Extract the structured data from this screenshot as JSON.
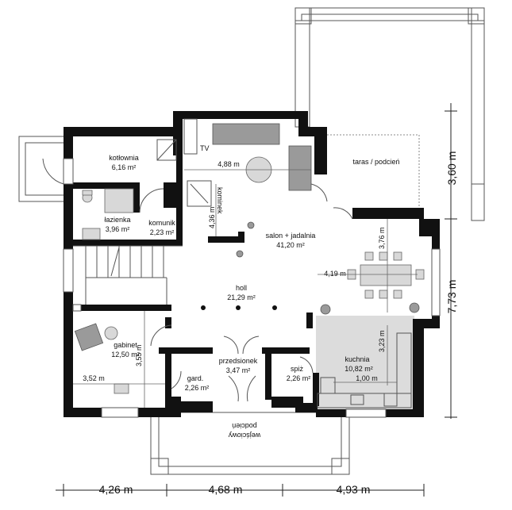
{
  "rooms": {
    "kotlownia": {
      "name": "kotłownia",
      "area": "6,16 m²"
    },
    "lazienka": {
      "name": "łazienka",
      "area": "3,96 m²"
    },
    "komunik": {
      "name": "komunik",
      "area": "2,23 m²"
    },
    "salon": {
      "name": "salon + jadalnia",
      "area": "41,20  m²"
    },
    "holl": {
      "name": "holl",
      "area": "21,29 m²"
    },
    "gabinet": {
      "name": "gabinet",
      "area": "12,50 m²"
    },
    "przedsionek": {
      "name": "przedsionek",
      "area": "3,47 m²"
    },
    "gard": {
      "name": "gard.",
      "area": "2,26 m²"
    },
    "spiz": {
      "name": "spiż",
      "area": "2,26 m²"
    },
    "kuchnia": {
      "name": "kuchnia",
      "area": "10,82 m²"
    },
    "taras": {
      "name": "taras / podcień"
    },
    "podcien": {
      "line1": "podcień",
      "line2": "wejściowy"
    }
  },
  "labels": {
    "tv": "TV",
    "kominek": "kominek"
  },
  "dimensions": {
    "salon_width": "4,88 m",
    "kominek_depth": "4,36 m",
    "dining_width": "4,19 m",
    "dining_depth": "3,76 m",
    "kitchen_depth": "3,23 m",
    "kitchen_width": "1,00 m",
    "gabinet_width": "3,52 m",
    "gabinet_depth": "3,55 m",
    "terrace_depth": "3,60 m",
    "total_depth": "7,73 m",
    "bottom_left": "4,26 m",
    "bottom_mid": "4,68 m",
    "bottom_right": "4,93 m"
  },
  "colors": {
    "wall": "#111111",
    "kitchen_floor": "#dcdcdc",
    "furniture": "#9a9a9a"
  }
}
